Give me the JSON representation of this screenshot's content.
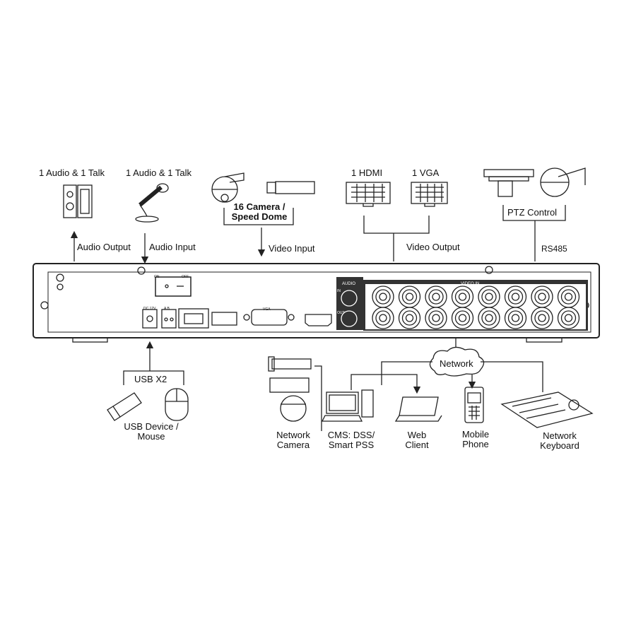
{
  "top": {
    "audio_talk_1": "1 Audio & 1 Talk",
    "audio_talk_2": "1 Audio & 1 Talk",
    "camera_l1": "16 Camera /",
    "camera_l2": "Speed Dome",
    "hdmi": "1 HDMI",
    "vga": "1 VGA",
    "ptz": "PTZ Control"
  },
  "arrows": {
    "audio_output": "Audio  Output",
    "audio_input": "Audio  Input",
    "video_input": "Video Input",
    "video_output": "Video Output",
    "rs485": "RS485"
  },
  "panel": {
    "on": "ON",
    "off": "OFF",
    "audio": "AUDIO",
    "video_in": "VIDEO IN",
    "vga_port": "VGA",
    "dc": "DC 12V",
    "ab": "A B",
    "in": "IN",
    "out": "OUT"
  },
  "bottom": {
    "usb_x2": "USB X2",
    "usb_device_l1": "USB Device /",
    "usb_device_l2": "Mouse",
    "network": "Network",
    "netcam_l1": "Network",
    "netcam_l2": "Camera",
    "cms_l1": "CMS: DSS/",
    "cms_l2": "Smart PSS",
    "web_l1": "Web",
    "web_l2": "Client",
    "mobile_l1": "Mobile",
    "mobile_l2": "Phone",
    "kbd_l1": "Network",
    "kbd_l2": "Keyboard"
  }
}
